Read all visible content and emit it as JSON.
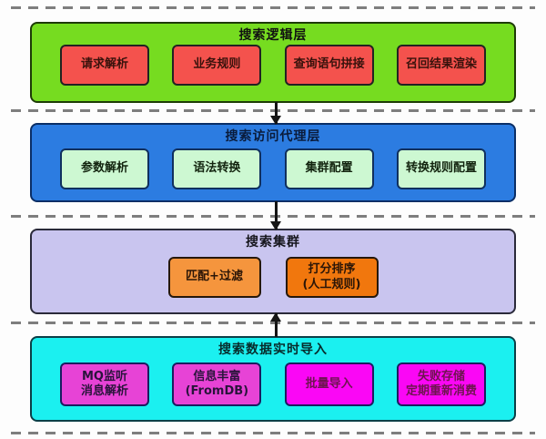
{
  "layers": [
    {
      "title": "搜索逻辑层",
      "bg": "#76DC20",
      "border": "#1d3b06",
      "title_color": "#111111",
      "boxes": [
        {
          "label": "请求解析",
          "bg": "#F4524D",
          "border": "#222222",
          "text": "#38120c"
        },
        {
          "label": "业务规则",
          "bg": "#F4524D",
          "border": "#222222",
          "text": "#38120c"
        },
        {
          "label": "查询语句拼接",
          "bg": "#F4524D",
          "border": "#222222",
          "text": "#38120c"
        },
        {
          "label": "召回结果渲染",
          "bg": "#F4524D",
          "border": "#222222",
          "text": "#38120c"
        }
      ]
    },
    {
      "title": "搜索访问代理层",
      "bg": "#2C7CE1",
      "border": "#0a2e66",
      "title_color": "#0a1c3c",
      "boxes": [
        {
          "label": "参数解析",
          "bg": "#CDF8D2",
          "border": "#10305e",
          "text": "#13240f"
        },
        {
          "label": "语法转换",
          "bg": "#CDF8D2",
          "border": "#10305e",
          "text": "#13240f"
        },
        {
          "label": "集群配置",
          "bg": "#CDF8D2",
          "border": "#10305e",
          "text": "#13240f"
        },
        {
          "label": "转换规则配置",
          "bg": "#CDF8D2",
          "border": "#10305e",
          "text": "#13240f"
        }
      ]
    },
    {
      "title": "搜索集群",
      "bg": "#C9C5EF",
      "border": "#2a2a3a",
      "title_color": "#15151c",
      "boxes": [
        {
          "label": "匹配+过滤",
          "bg": "#F5953D",
          "border": "#26180a",
          "text": "#2a1507"
        },
        {
          "label": "打分排序\n(人工规则)",
          "bg": "#F1770D",
          "border": "#26180a",
          "text": "#2a1507"
        }
      ]
    },
    {
      "title": "搜索数据实时导入",
      "bg": "#1BF0F0",
      "border": "#0b3f47",
      "title_color": "#072c2c",
      "boxes": [
        {
          "label": "MQ监听\n消息解析",
          "bg": "#E743D6",
          "border": "#1c1c60",
          "text": "#29143b"
        },
        {
          "label": "信息丰富\n(FromDB)",
          "bg": "#E743D6",
          "border": "#1c1c60",
          "text": "#29143b"
        },
        {
          "label": "批量导入",
          "bg": "#FA07F5",
          "border": "#1c1c60",
          "text": "#6e1450"
        },
        {
          "label": "失败存储\n定期重新消费",
          "bg": "#FA07F5",
          "border": "#1c1c60",
          "text": "#6e1450"
        }
      ]
    }
  ],
  "arrows": [
    {
      "name": "logic-to-proxy",
      "direction": "down",
      "color": "#151515"
    },
    {
      "name": "proxy-to-cluster",
      "direction": "down",
      "color": "#151515"
    },
    {
      "name": "import-to-cluster",
      "direction": "up",
      "color": "#151515"
    }
  ],
  "separators": {
    "count": 5,
    "color": "#7e7e7e",
    "style": "dashed"
  }
}
